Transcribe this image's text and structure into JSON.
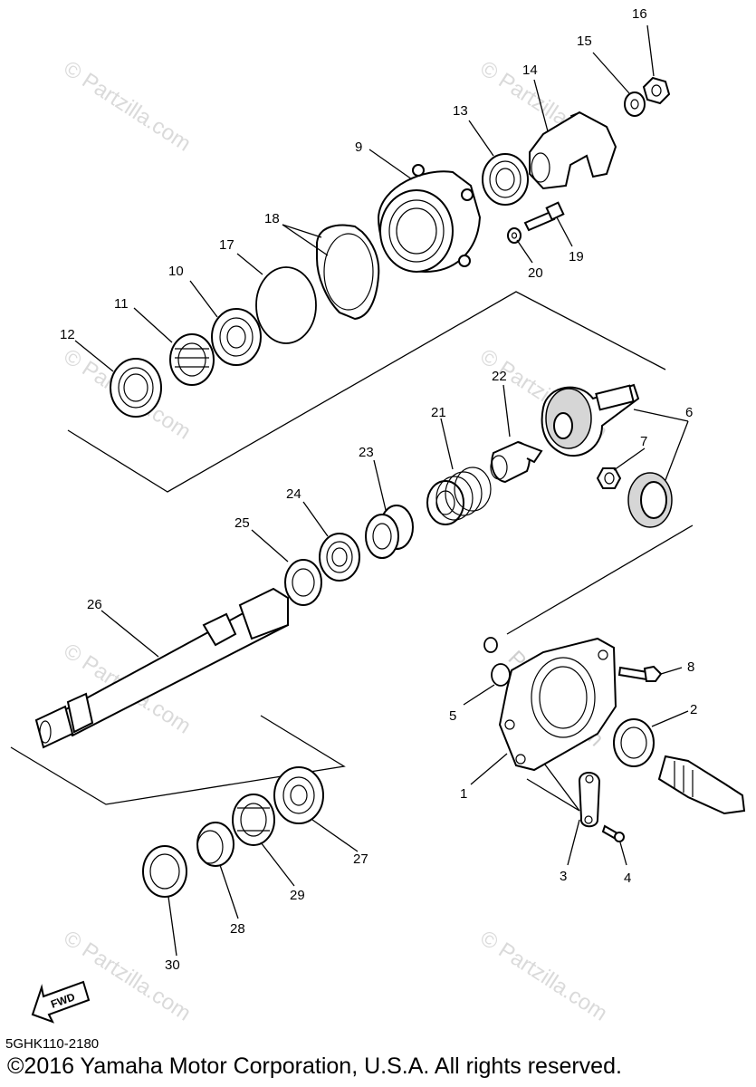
{
  "watermark": "© Partzilla.com",
  "watermark_center": "Partzilla.com",
  "callouts": [
    "1",
    "2",
    "3",
    "4",
    "5",
    "6",
    "7",
    "8",
    "9",
    "10",
    "11",
    "12",
    "13",
    "14",
    "15",
    "16",
    "17",
    "18",
    "19",
    "20",
    "21",
    "22",
    "23",
    "24",
    "25",
    "26",
    "27",
    "28",
    "29",
    "30"
  ],
  "fwd_label": "FWD",
  "diagram_code": "5GHK110-2180",
  "copyright": "©2016 Yamaha Motor Corporation, U.S.A. All rights reserved."
}
